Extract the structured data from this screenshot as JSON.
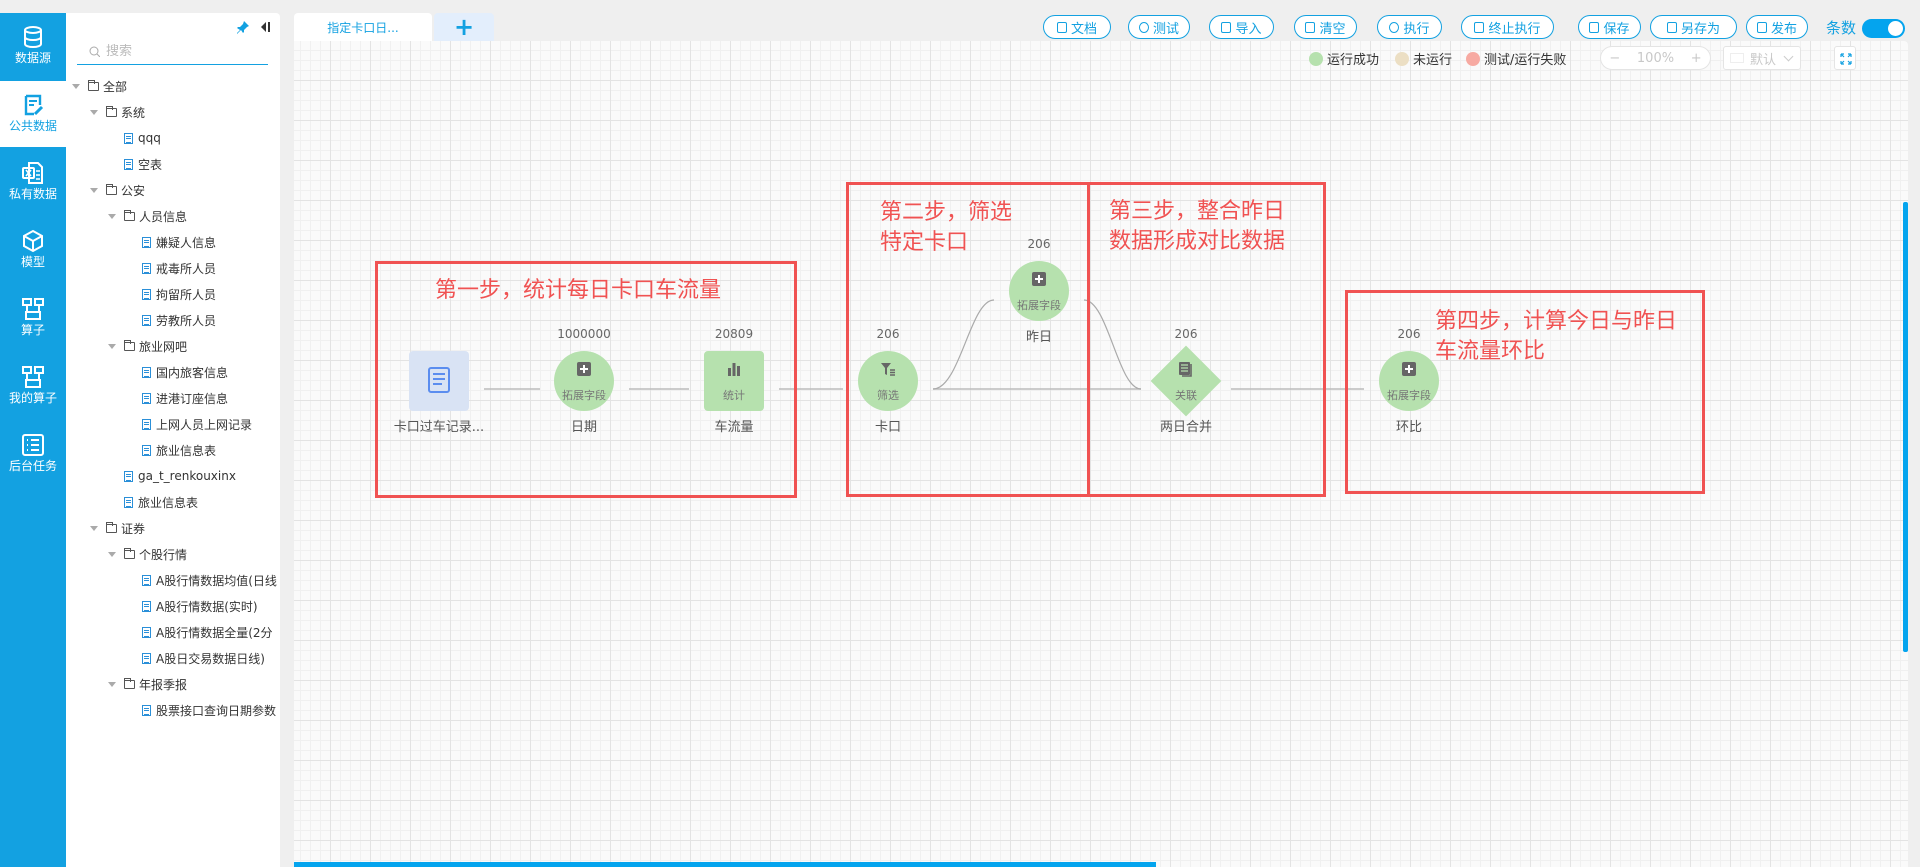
{
  "nav": {
    "items": [
      {
        "label": "数据源",
        "icon": "database-icon",
        "active": false
      },
      {
        "label": "公共数据",
        "icon": "edit-document-icon",
        "active": true
      },
      {
        "label": "私有数据",
        "icon": "excel-file-icon",
        "active": false
      },
      {
        "label": "模型",
        "icon": "cube-icon",
        "active": false
      },
      {
        "label": "算子",
        "icon": "operator-icon",
        "active": false
      },
      {
        "label": "我的算子",
        "icon": "operator-icon",
        "active": false
      },
      {
        "label": "后台任务",
        "icon": "task-list-icon",
        "active": false
      }
    ]
  },
  "tree": {
    "search_placeholder": "搜索",
    "nodes": [
      {
        "label": "全部",
        "type": "folder",
        "level": 0
      },
      {
        "label": "系统",
        "type": "folder",
        "level": 1
      },
      {
        "label": "qqq",
        "type": "file",
        "level": 2
      },
      {
        "label": "空表",
        "type": "file",
        "level": 2
      },
      {
        "label": "公安",
        "type": "folder",
        "level": 1
      },
      {
        "label": "人员信息",
        "type": "folder",
        "level": 2
      },
      {
        "label": "嫌疑人信息",
        "type": "file",
        "level": 3
      },
      {
        "label": "戒毒所人员",
        "type": "file",
        "level": 3
      },
      {
        "label": "拘留所人员",
        "type": "file",
        "level": 3
      },
      {
        "label": "劳教所人员",
        "type": "file",
        "level": 3
      },
      {
        "label": "旅业网吧",
        "type": "folder",
        "level": 2
      },
      {
        "label": "国内旅客信息",
        "type": "file",
        "level": 3
      },
      {
        "label": "进港订座信息",
        "type": "file",
        "level": 3
      },
      {
        "label": "上网人员上网记录",
        "type": "file",
        "level": 3
      },
      {
        "label": "旅业信息表",
        "type": "file",
        "level": 3
      },
      {
        "label": "ga_t_renkouxinx",
        "type": "file",
        "level": 2
      },
      {
        "label": "旅业信息表",
        "type": "file",
        "level": 2
      },
      {
        "label": "证券",
        "type": "folder",
        "level": 1
      },
      {
        "label": "个股行情",
        "type": "folder",
        "level": 2
      },
      {
        "label": "A股行情数据均值(日线",
        "type": "file",
        "level": 3
      },
      {
        "label": "A股行情数据(实时)",
        "type": "file",
        "level": 3
      },
      {
        "label": "A股行情数据全量(2分",
        "type": "file",
        "level": 3
      },
      {
        "label": "A股日交易数据日线)",
        "type": "file",
        "level": 3
      },
      {
        "label": "年报季报",
        "type": "folder",
        "level": 2
      },
      {
        "label": "股票接口查询日期参数",
        "type": "file",
        "level": 3
      }
    ]
  },
  "tabs": [
    {
      "label": "指定卡口日..."
    }
  ],
  "tab_add_label": "+",
  "toolbar": {
    "buttons": [
      {
        "label": "文档",
        "icon": "document-icon"
      },
      {
        "label": "测试",
        "icon": "play-icon"
      },
      {
        "label": "导入",
        "icon": "import-icon"
      },
      {
        "label": "清空",
        "icon": "trash-icon"
      },
      {
        "label": "执行",
        "icon": "play-icon"
      },
      {
        "label": "终止执行",
        "icon": "stop-icon"
      },
      {
        "label": "保存",
        "icon": "save-icon"
      },
      {
        "label": "另存为",
        "icon": "save-as-icon"
      },
      {
        "label": "发布",
        "icon": "publish-icon"
      }
    ],
    "count_label": "条数",
    "count_toggle_on": true
  },
  "legend": [
    {
      "label": "运行成功",
      "color": "#b6e1ae"
    },
    {
      "label": "未运行",
      "color": "#ecdfc4"
    },
    {
      "label": "测试/运行失败",
      "color": "#f7aaa2"
    }
  ],
  "zoom": {
    "minus": "−",
    "value": "100%",
    "plus": "+"
  },
  "style_select": {
    "value": "默认"
  },
  "annotations": [
    {
      "text": "第一步，统计每日卡口车流量"
    },
    {
      "text": "第二步，筛选\n特定卡口"
    },
    {
      "text": "第三步，整合昨日\n数据形成对比数据"
    },
    {
      "text": "第四步，计算今日与昨日\n车流量环比"
    }
  ],
  "flow": {
    "nodes": [
      {
        "id": "source",
        "label": "卡口过车记录...",
        "type_label": "",
        "count": ""
      },
      {
        "id": "date",
        "label": "日期",
        "type_label": "拓展字段",
        "count": "1000000"
      },
      {
        "id": "stat",
        "label": "车流量",
        "type_label": "统计",
        "count": "20809"
      },
      {
        "id": "filter",
        "label": "卡口",
        "type_label": "筛选",
        "count": "206"
      },
      {
        "id": "yesterday",
        "label": "昨日",
        "type_label": "拓展字段",
        "count": "206"
      },
      {
        "id": "join",
        "label": "两日合并",
        "type_label": "关联",
        "count": "206"
      },
      {
        "id": "ratio",
        "label": "环比",
        "type_label": "拓展字段",
        "count": "206"
      }
    ]
  },
  "colors": {
    "accent": "#13a1e1",
    "annotation": "#f05252",
    "node_success": "#b6e1ae"
  }
}
